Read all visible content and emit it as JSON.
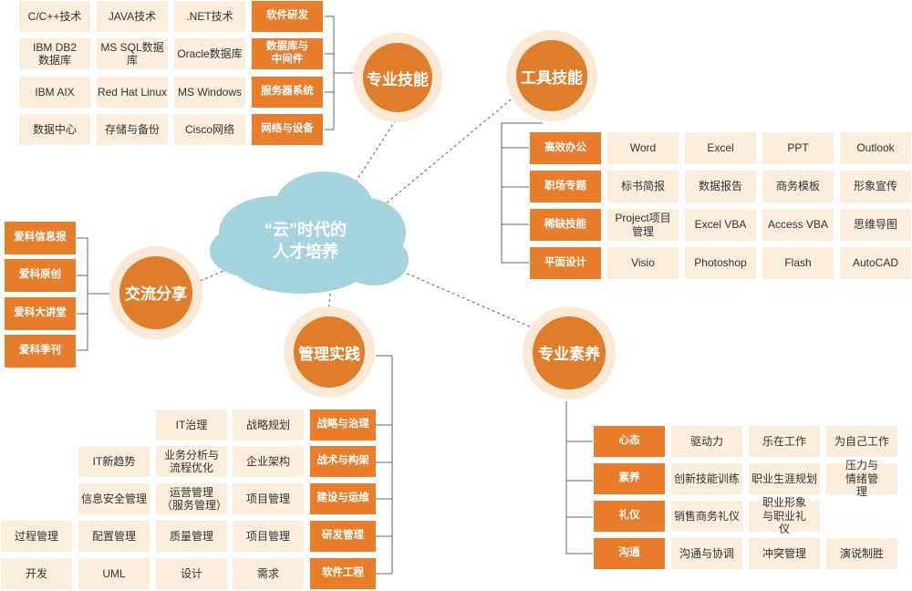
{
  "center": {
    "line1": "“云”时代的",
    "line2": "人才培养"
  },
  "colors": {
    "accent": "#e07d2a",
    "leaf": "#fbeedd",
    "cloud": "#a5d3de"
  },
  "hubs": {
    "skills": "专业技能",
    "tools": "工具技能",
    "exchange": "交流分享",
    "management": "管理实践",
    "literacy": "专业素养"
  },
  "skills": {
    "rows": [
      {
        "cat": "软件研发",
        "items": [
          "C/C++技术",
          "JAVA技术",
          ".NET技术"
        ]
      },
      {
        "cat": "数据库与中间件",
        "items": [
          "IBM DB2数据库",
          "MS SQL数据库",
          "Oracle数据库"
        ]
      },
      {
        "cat": "服务器系统",
        "items": [
          "IBM AIX",
          "Red Hat Linux",
          "MS Windows"
        ]
      },
      {
        "cat": "网络与设备",
        "items": [
          "数据中心",
          "存储与备份",
          "Cisco网络"
        ]
      }
    ]
  },
  "tools": {
    "rows": [
      {
        "cat": "高效办公",
        "items": [
          "Word",
          "Excel",
          "PPT",
          "Outlook"
        ]
      },
      {
        "cat": "职场专题",
        "items": [
          "标书简报",
          "数据报告",
          "商务模板",
          "形象宣传"
        ]
      },
      {
        "cat": "稀缺技能",
        "items": [
          "Project项目管理",
          "Excel VBA",
          "Access VBA",
          "思维导图"
        ]
      },
      {
        "cat": "平面设计",
        "items": [
          "Visio",
          "Photoshop",
          "Flash",
          "AutoCAD"
        ]
      }
    ]
  },
  "exchange": {
    "items": [
      "爱科信息报",
      "爱科原创",
      "爱科大讲堂",
      "爱科季刊"
    ]
  },
  "management": {
    "rows": [
      {
        "cat": "战略与治理",
        "items": [
          "IT治理",
          "战略规划"
        ]
      },
      {
        "cat": "战术与构架",
        "items": [
          "IT新趋势",
          "业务分析与流程优化",
          "企业架构"
        ]
      },
      {
        "cat": "建设与运维",
        "items": [
          "信息安全管理",
          "运营管理（服务管理）",
          "项目管理"
        ]
      },
      {
        "cat": "研发管理",
        "items": [
          "过程管理",
          "配置管理",
          "质量管理",
          "项目管理"
        ]
      },
      {
        "cat": "软件工程",
        "items": [
          "开发",
          "UML",
          "设计",
          "需求"
        ]
      }
    ]
  },
  "literacy": {
    "rows": [
      {
        "cat": "心态",
        "items": [
          "驱动力",
          "乐在工作",
          "为自己工作"
        ]
      },
      {
        "cat": "素养",
        "items": [
          "创新技能训练",
          "职业生涯规划",
          "压力与情绪管理"
        ]
      },
      {
        "cat": "礼仪",
        "items": [
          "销售商务礼仪",
          "职业形象与职业礼仪"
        ]
      },
      {
        "cat": "沟通",
        "items": [
          "沟通与协调",
          "冲突管理",
          "演说制胜"
        ]
      }
    ]
  }
}
